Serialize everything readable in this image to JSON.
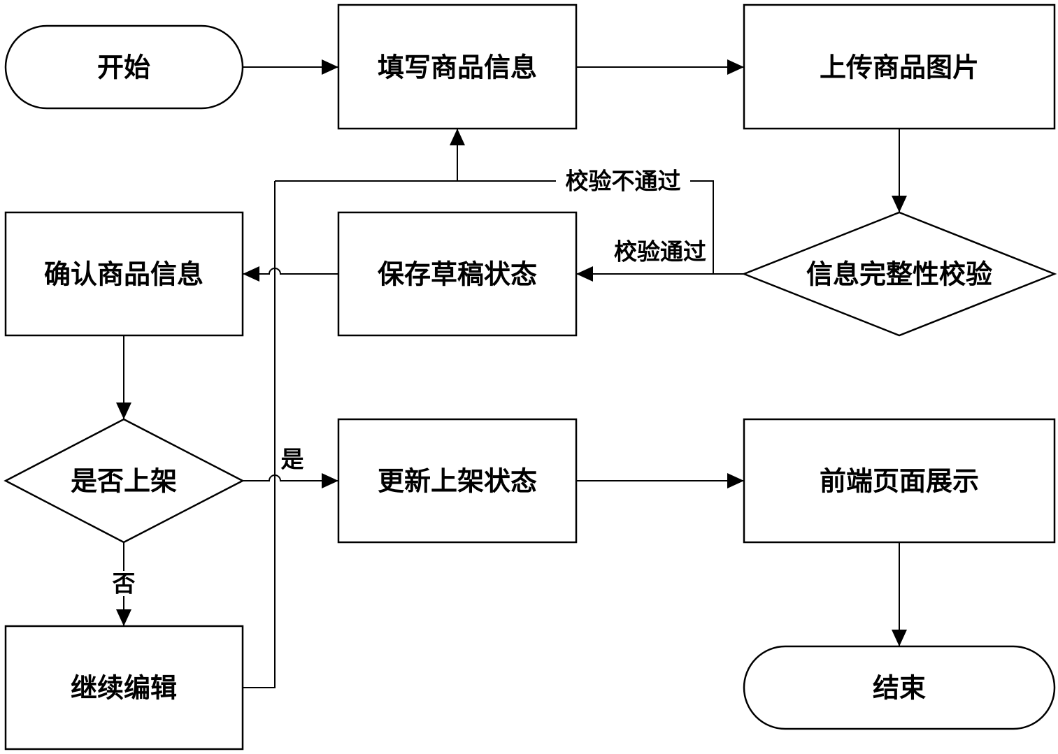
{
  "nodes": {
    "start": "开始",
    "fill_info": "填写商品信息",
    "upload_images": "上传商品图片",
    "integrity_check": "信息完整性校验",
    "save_draft": "保存草稿状态",
    "confirm_info": "确认商品信息",
    "publish_decision": "是否上架",
    "continue_edit": "继续编辑",
    "update_status": "更新上架状态",
    "frontend_display": "前端页面展示",
    "end": "结束"
  },
  "edge_labels": {
    "check_fail": "校验不通过",
    "check_pass": "校验通过",
    "yes": "是",
    "no": "否"
  },
  "colors": {
    "stroke": "#000000",
    "fill": "#ffffff"
  }
}
